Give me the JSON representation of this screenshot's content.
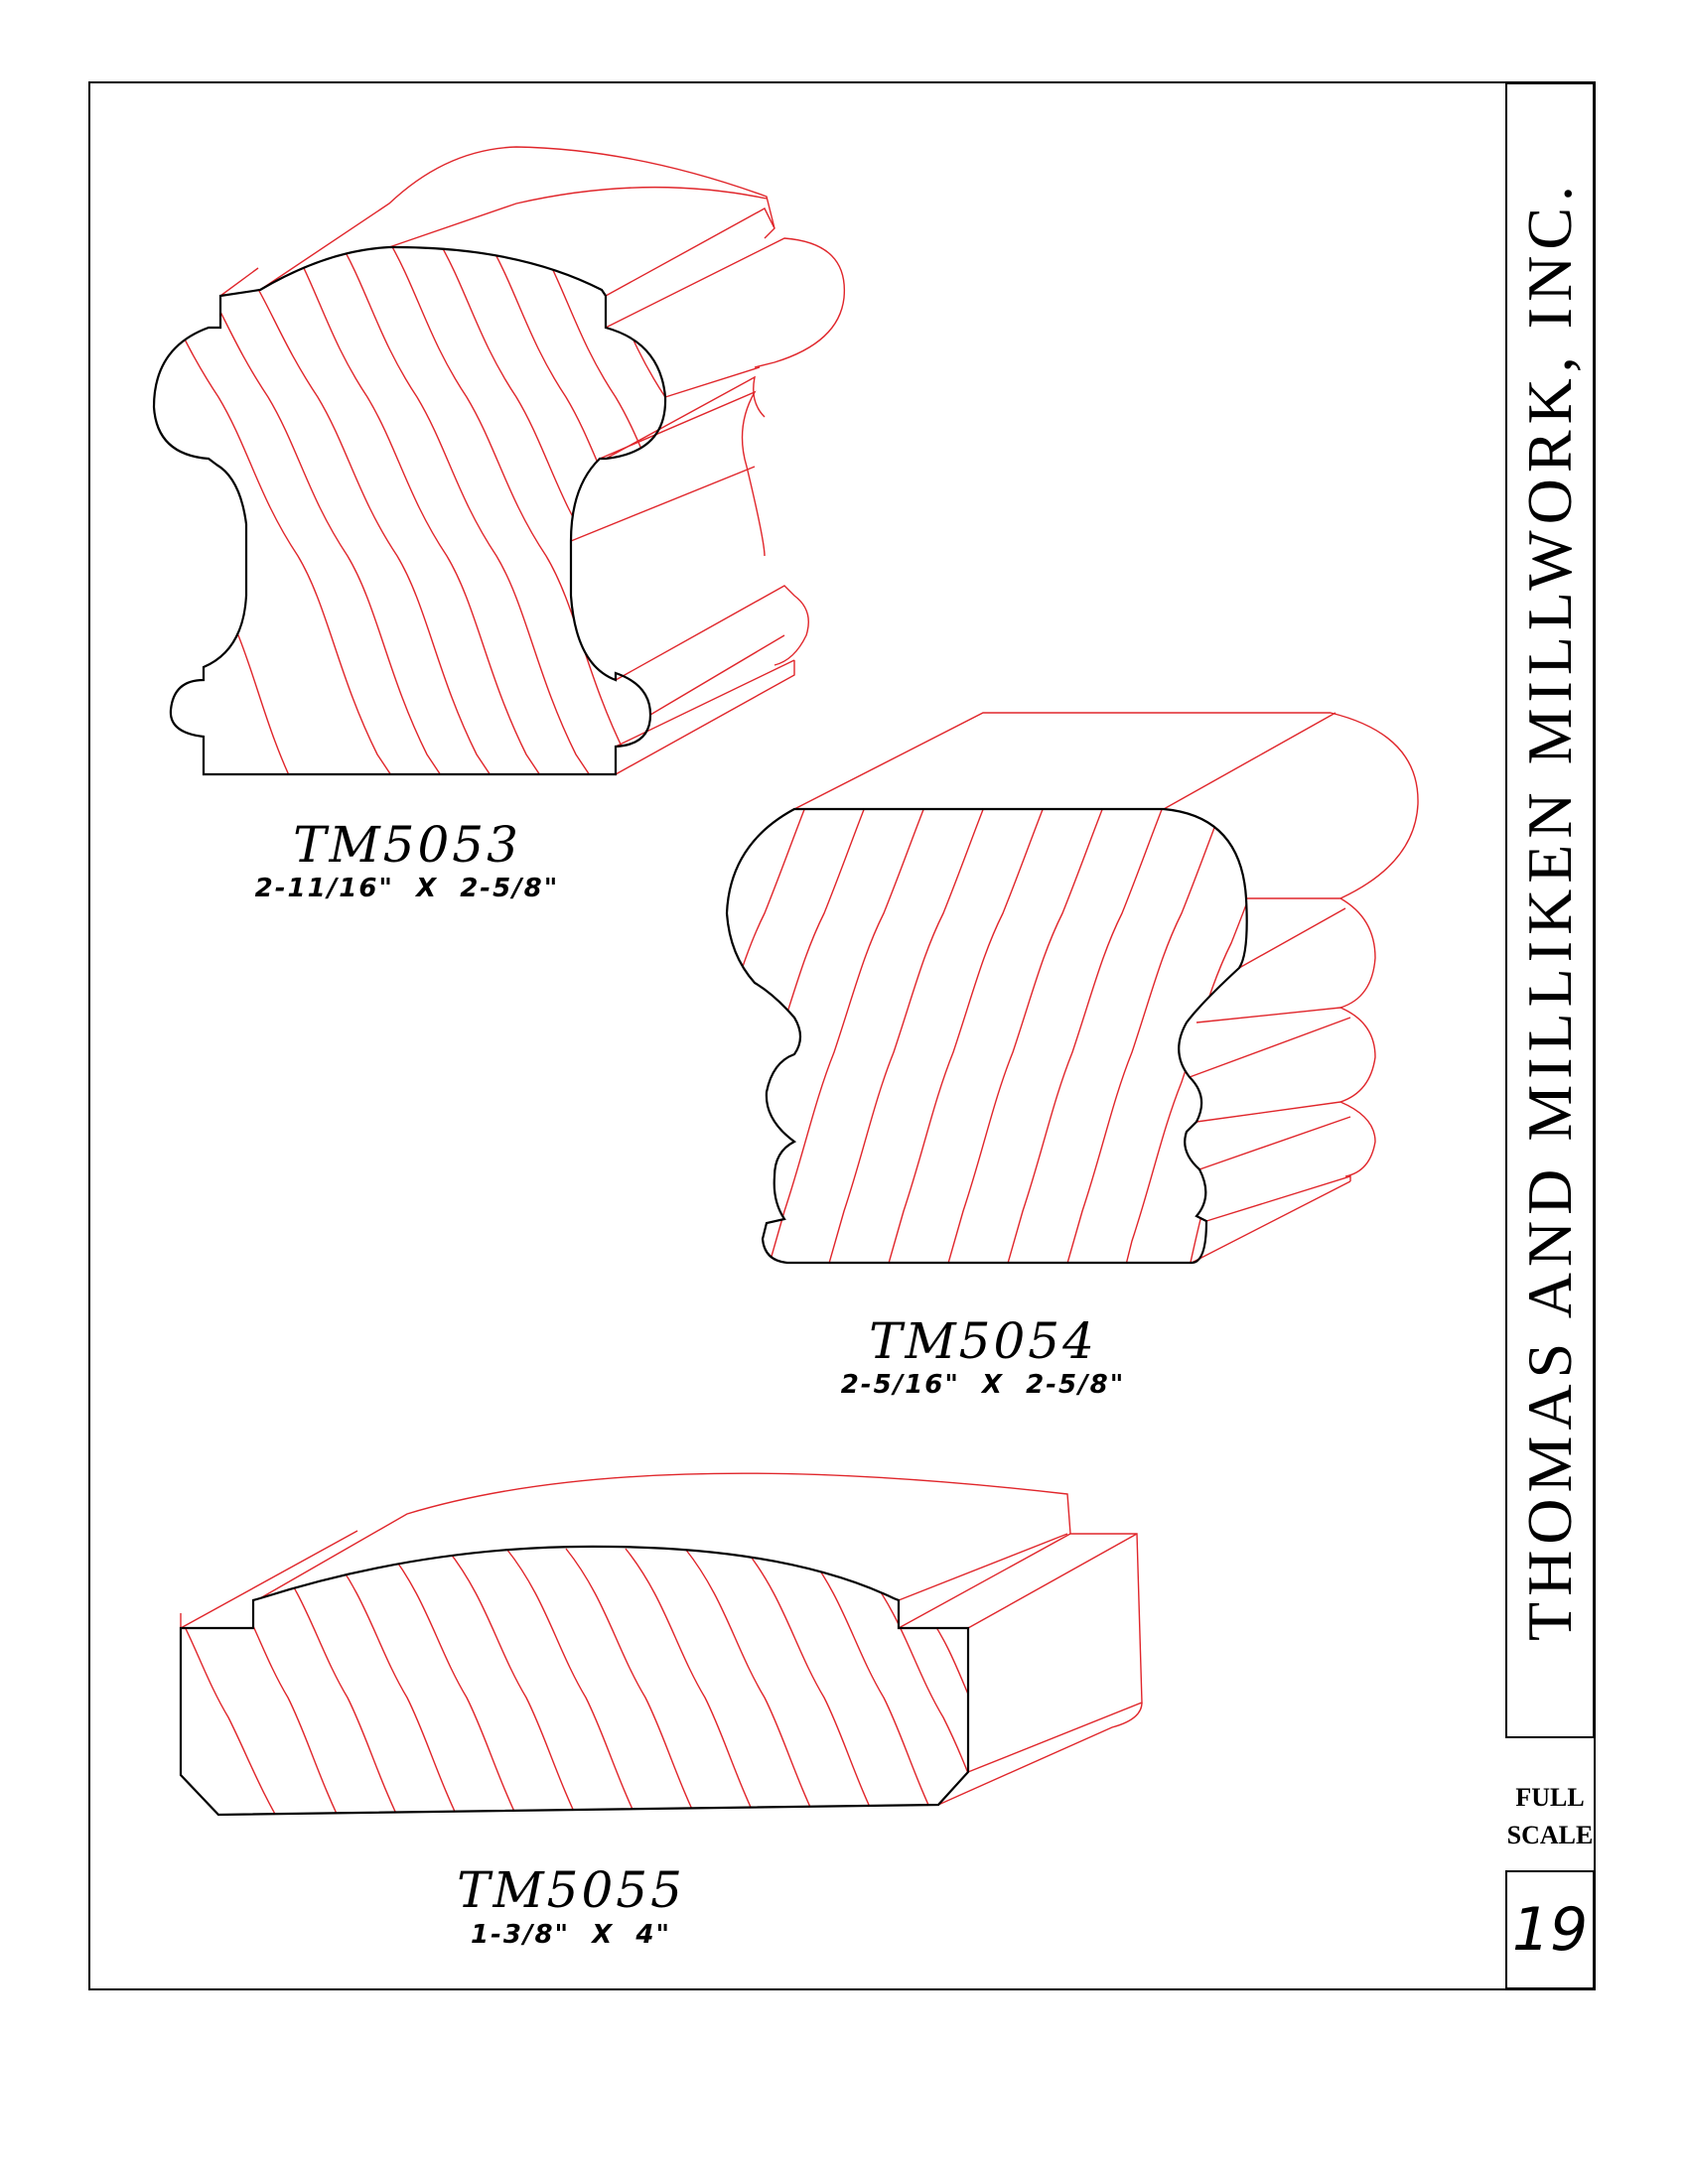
{
  "company": "THOMAS AND MILLIKEN MILLWORK, INC.",
  "scale_note": "FULL SCALE",
  "scale_line1": "FULL",
  "scale_line2": "SCALE",
  "page_number": "19",
  "profiles": [
    {
      "code": "TM5053",
      "dimensions": "2-11/16\"  X  2-5/8\""
    },
    {
      "code": "TM5054",
      "dimensions": "2-5/16\"  X  2-5/8\""
    },
    {
      "code": "TM5055",
      "dimensions": "1-3/8\"  X  4\""
    }
  ],
  "colors": {
    "outline": "#000000",
    "grain": "#e0262b"
  }
}
